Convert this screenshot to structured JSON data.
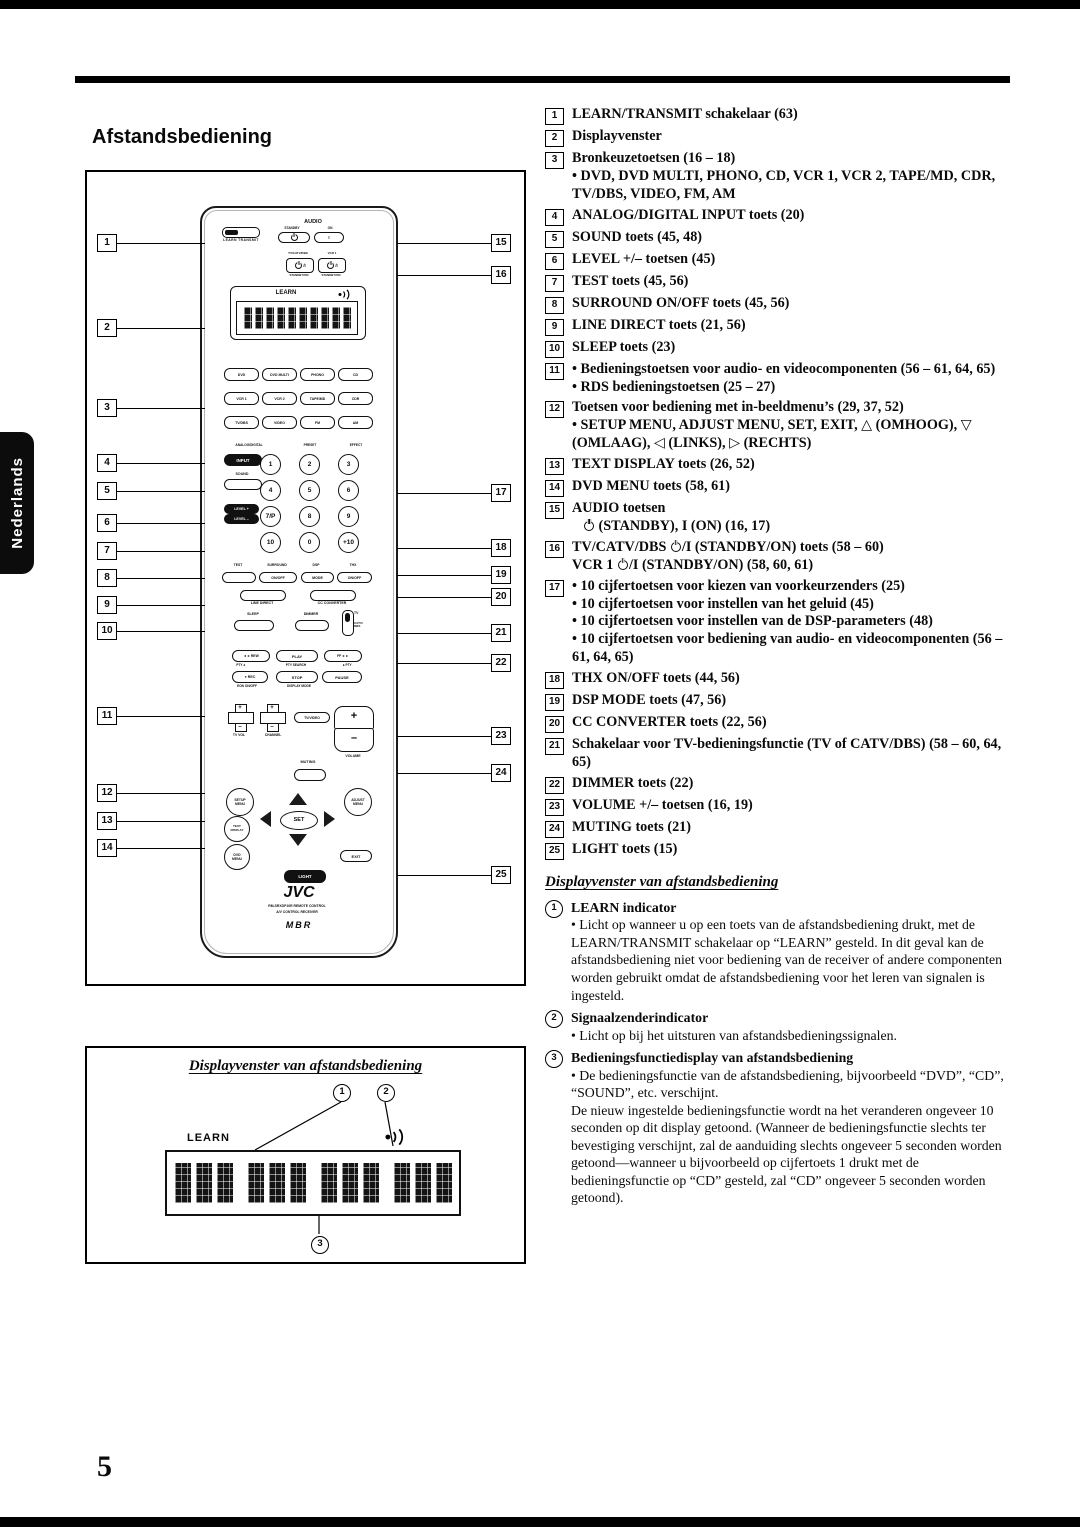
{
  "page": {
    "number": "5",
    "language_tab": "Nederlands"
  },
  "left": {
    "heading": "Afstandsbediening"
  },
  "callouts": {
    "left": [
      "1",
      "2",
      "3",
      "4",
      "5",
      "6",
      "7",
      "8",
      "9",
      "10",
      "11",
      "12",
      "13",
      "14"
    ],
    "right": [
      "15",
      "16",
      "17",
      "18",
      "19",
      "20",
      "21",
      "22",
      "23",
      "24",
      "25"
    ]
  },
  "remote": {
    "audio": "AUDIO",
    "standby_sm": "STANDBY",
    "on_sm": "ON",
    "on_glyph": "I",
    "pwr_slash": "/I",
    "learn_transmit": "LEARN   TRANSMIT",
    "tv_catv_sm": "TV/CATV/DBS",
    "vcr1_sm": "VCR 1",
    "standby_on_sm": "STANDBY/ON",
    "learn_ind": "LEARN",
    "sources": [
      "DVD",
      "DVD MULTI",
      "PHONO",
      "CD",
      "VCR 1",
      "VCR 2",
      "TAPE/MD",
      "CDR",
      "TV/DBS",
      "VIDEO",
      "FM",
      "AM"
    ],
    "analog_digital": "ANALOG/DIGITAL",
    "preset": "PRESET",
    "effect": "EFFECT",
    "input": "INPUT",
    "sound": "SOUND",
    "level_plus": "LEVEL +",
    "level_minus": "LEVEL –",
    "digits": [
      "1",
      "2",
      "3",
      "4",
      "5",
      "6",
      "7/P",
      "8",
      "9",
      "10",
      "0",
      "+10"
    ],
    "test": "TEST",
    "surround": "SURROUND",
    "dsp": "DSP",
    "thx": "THX",
    "onoff": "ON/OFF",
    "mode": "MODE",
    "line_direct": "LINE DIRECT",
    "cc_converter": "CC CONVERTER",
    "sleep": "SLEEP",
    "dimmer": "DIMMER",
    "tv_sm": "TV",
    "catv_dbs_sm": "CATV/\nDBS",
    "rew": "◄◄ REW",
    "play": "PLAY",
    "ff": "FF ►►",
    "pty_left": "PTY◄",
    "pty_search": "PTY SEARCH",
    "pty_right": "►PTY",
    "rec": "● REC",
    "stop": "STOP",
    "pause": "PAUSE",
    "eon": "EON ON/OFF",
    "display_mode": "DISPLAY MODE",
    "tv_vol": "TV VOL",
    "channel": "CHANNEL",
    "tv_video": "TV/VIDEO",
    "volume": "VOLUME",
    "muting": "MUTING",
    "plus": "+",
    "minus": "–",
    "setup_menu": "SETUP\nMENU",
    "adjust_menu": "ADJUST\nMENU",
    "set": "SET",
    "text_display": "TEXT\nDISPLAY",
    "dvd_menu": "DVD\nMENU",
    "exit": "EXIT",
    "light": "LIGHT",
    "brand": "JVC",
    "model1": "RM-SRXDP10R   REMOTE CONTROL",
    "model2": "A/V CONTROL RECEIVER",
    "mbr": "MBR"
  },
  "items": [
    {
      "num": "1",
      "lines": [
        {
          "t": "LEARN/TRANSMIT schakelaar (63)"
        }
      ]
    },
    {
      "num": "2",
      "lines": [
        {
          "t": "Displayvenster"
        }
      ]
    },
    {
      "num": "3",
      "lines": [
        {
          "t": "Bronkeuzetoetsen (16 – 18)"
        },
        {
          "t": "DVD, DVD MULTI, PHONO, CD, VCR 1, VCR 2, TAPE/MD, CDR, TV/DBS, VIDEO, FM, AM",
          "b": true
        }
      ]
    },
    {
      "num": "4",
      "lines": [
        {
          "t": "ANALOG/DIGITAL INPUT toets (20)"
        }
      ]
    },
    {
      "num": "5",
      "lines": [
        {
          "t": "SOUND toets (45, 48)"
        }
      ]
    },
    {
      "num": "6",
      "lines": [
        {
          "t": "LEVEL +/– toetsen (45)"
        }
      ]
    },
    {
      "num": "7",
      "lines": [
        {
          "t": "TEST toets (45, 56)"
        }
      ]
    },
    {
      "num": "8",
      "lines": [
        {
          "t": "SURROUND ON/OFF toets (45, 56)"
        }
      ]
    },
    {
      "num": "9",
      "lines": [
        {
          "t": "LINE DIRECT toets (21, 56)"
        }
      ]
    },
    {
      "num": "10",
      "lines": [
        {
          "t": "SLEEP toets (23)"
        }
      ]
    },
    {
      "num": "11",
      "lines": [
        {
          "t": "Bedieningstoetsen voor audio- en videocomponenten (56 – 61, 64, 65)",
          "b": true
        },
        {
          "t": "RDS bedieningstoetsen (25 – 27)",
          "b": true
        }
      ]
    },
    {
      "num": "12",
      "lines": [
        {
          "t": "Toetsen voor bediening met in-beeldmenu’s (29, 37, 52)"
        },
        {
          "t": "SETUP MENU, ADJUST MENU, SET, EXIT, △ (OMHOOG), ▽ (OMLAAG), ◁ (LINKS), ▷ (RECHTS)",
          "b": true
        }
      ]
    },
    {
      "num": "13",
      "lines": [
        {
          "t": "TEXT DISPLAY toets (26, 52)"
        }
      ]
    },
    {
      "num": "14",
      "lines": [
        {
          "t": "DVD MENU toets (58, 61)"
        }
      ]
    },
    {
      "num": "15",
      "lines": [
        {
          "t": "AUDIO toetsen"
        },
        {
          "t": "⏻ (STANDBY), I (ON) (16, 17)",
          "i": true
        }
      ]
    },
    {
      "num": "16",
      "lines": [
        {
          "t": "TV/CATV/DBS ⏻/I (STANDBY/ON) toets (58 – 60)"
        },
        {
          "t": "VCR 1 ⏻/I (STANDBY/ON) (58, 60, 61)"
        }
      ]
    },
    {
      "num": "17",
      "lines": [
        {
          "t": "10 cijfertoetsen voor kiezen van voorkeurzenders (25)",
          "b": true
        },
        {
          "t": "10 cijfertoetsen voor instellen van het geluid (45)",
          "b": true
        },
        {
          "t": "10 cijfertoetsen voor instellen van de DSP-parameters (48)",
          "b": true
        },
        {
          "t": "10 cijfertoetsen voor bediening van audio- en videocomponenten (56 – 61, 64, 65)",
          "b": true
        }
      ]
    },
    {
      "num": "18",
      "lines": [
        {
          "t": "THX ON/OFF toets (44, 56)"
        }
      ]
    },
    {
      "num": "19",
      "lines": [
        {
          "t": "DSP MODE toets (47, 56)"
        }
      ]
    },
    {
      "num": "20",
      "lines": [
        {
          "t": "CC CONVERTER toets (22, 56)"
        }
      ]
    },
    {
      "num": "21",
      "lines": [
        {
          "t": "Schakelaar voor TV-bedieningsfunctie (TV of CATV/DBS) (58 – 60, 64, 65)"
        }
      ]
    },
    {
      "num": "22",
      "lines": [
        {
          "t": "DIMMER toets (22)"
        }
      ]
    },
    {
      "num": "23",
      "lines": [
        {
          "t": "VOLUME +/– toetsen (16, 19)"
        }
      ]
    },
    {
      "num": "24",
      "lines": [
        {
          "t": "MUTING toets (21)"
        }
      ]
    },
    {
      "num": "25",
      "lines": [
        {
          "t": "LIGHT toets (15)"
        }
      ]
    }
  ],
  "display_section": {
    "heading": "Displayvenster van afstandsbediening",
    "entries": [
      {
        "num": "1",
        "title": "LEARN indicator",
        "paras": [
          {
            "t": "Licht op wanneer u op een toets van de afstandsbediening drukt, met de LEARN/TRANSMIT schakelaar op “LEARN” gesteld. In dit geval kan de afstandsbediening niet voor bediening van de receiver of andere componenten worden gebruikt omdat de afstandsbediening voor het leren van signalen is ingesteld.",
            "b": true
          }
        ]
      },
      {
        "num": "2",
        "title": "Signaalzenderindicator",
        "paras": [
          {
            "t": "Licht op bij het uitsturen van afstandsbedieningssignalen.",
            "b": true
          }
        ]
      },
      {
        "num": "3",
        "title": "Bedieningsfunctiedisplay van afstandsbediening",
        "paras": [
          {
            "t": "De bedieningsfunctie van de afstandsbediening, bijvoorbeeld “DVD”, “CD”, “SOUND”, etc. verschijnt.",
            "b": true
          },
          {
            "t": "De nieuw ingestelde bedieningsfunctie wordt na het veranderen ongeveer 10 seconden op dit display getoond. (Wanneer de bedieningsfunctie slechts ter bevestiging verschijnt, zal de aanduiding slechts ongeveer 5 seconden worden getoond—wanneer u bijvoorbeeld op cijfertoets 1 drukt met de bedieningsfunctie op “CD” gesteld, zal “CD” ongeveer 5 seconden worden getoond).",
            "b": false
          }
        ]
      }
    ]
  },
  "display_box": {
    "heading": "Displayvenster van afstandsbediening",
    "learn": "LEARN",
    "callouts": [
      "1",
      "2",
      "3"
    ]
  }
}
